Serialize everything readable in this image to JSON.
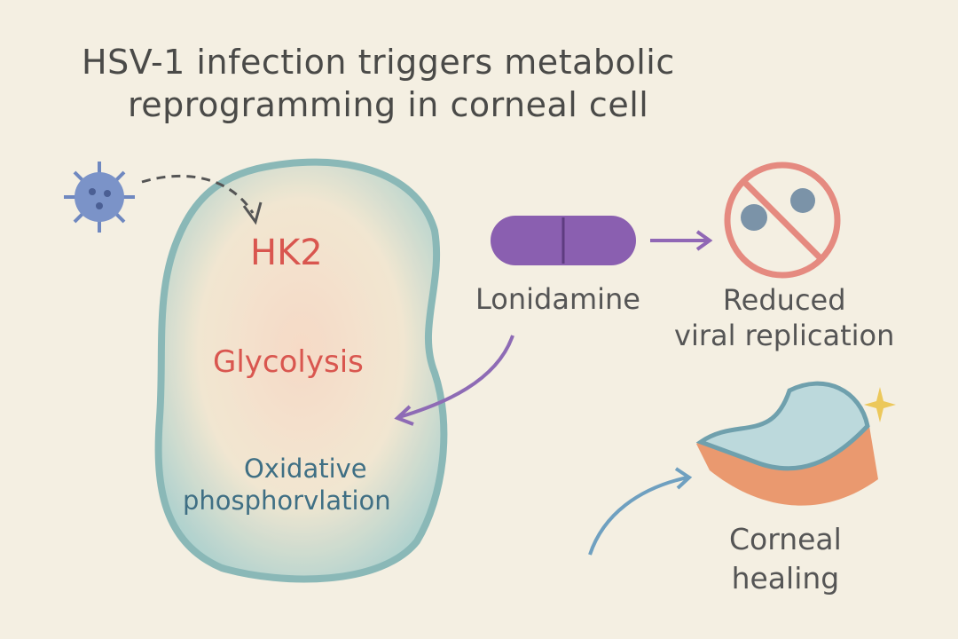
{
  "title": {
    "line1": "HSV-1 infection triggers metabolic",
    "line2": "reprogramming in corneal cell"
  },
  "cell": {
    "enzyme": "HK2",
    "pathway1": "Glycolysis",
    "pathway2_line1": "Oxidative",
    "pathway2_line2": "phosphorvlation"
  },
  "drug": {
    "label": "Lonidamine"
  },
  "outcome1": {
    "line1": "Reduced",
    "line2": "viral replication"
  },
  "outcome2": {
    "line1": "Corneal",
    "line2": "healing"
  },
  "colors": {
    "background": "#f4efe2",
    "cell": "#9cc7c5",
    "red_text": "#d9564f",
    "blue_text": "#3f6f84",
    "pill": "#8a5fb0",
    "virus": "#6f88c0"
  }
}
